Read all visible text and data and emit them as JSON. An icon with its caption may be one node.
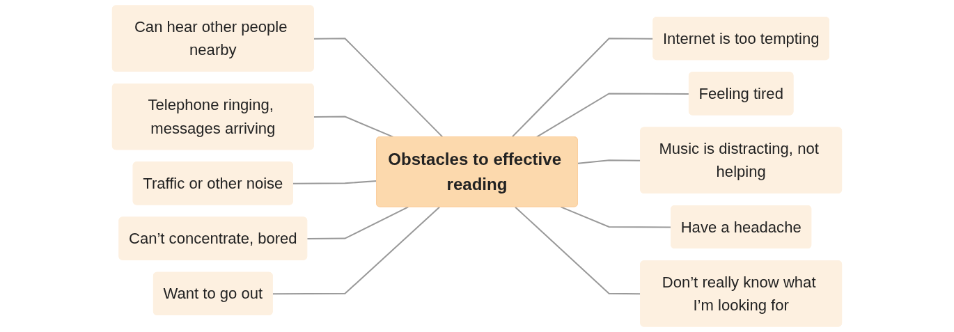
{
  "diagram": {
    "nodes": [
      {
        "text": [
          "Can hear other people nearby"
        ]
      },
      {
        "text": [
          "Telephone ringing, messages arriving"
        ]
      },
      {
        "text": [
          "Internet is too tempting"
        ]
      },
      {
        "text": [
          "Feeling tired"
        ]
      },
      {
        "text": [
          "Traffic or other noise"
        ]
      },
      {
        "text": [
          "Obstacles to effective reading"
        ]
      },
      {
        "text": [
          "Music is distracting, not helping"
        ]
      },
      {
        "text": [
          "Can’t concentrate, bored"
        ]
      },
      {
        "text": [
          "Want to go out"
        ]
      },
      {
        "text": [
          "Have a headache"
        ]
      },
      {
        "text": [
          "Don’t really know what I’m looking for"
        ]
      }
    ],
    "edges": [
      {
        "from": 0,
        "to": 5,
        "arrow": "none"
      },
      {
        "from": 1,
        "to": 5,
        "arrow": "none"
      },
      {
        "from": 5,
        "to": 2,
        "arrow": "none"
      },
      {
        "from": 5,
        "to": 3,
        "arrow": "none"
      },
      {
        "from": 4,
        "to": 5,
        "arrow": "none"
      },
      {
        "from": 5,
        "to": 6,
        "arrow": "none"
      },
      {
        "from": 7,
        "to": 5,
        "arrow": "none"
      },
      {
        "from": 8,
        "to": 5,
        "arrow": "none"
      },
      {
        "from": 5,
        "to": 9,
        "arrow": "none"
      },
      {
        "from": 5,
        "to": 10,
        "arrow": "none"
      }
    ]
  }
}
